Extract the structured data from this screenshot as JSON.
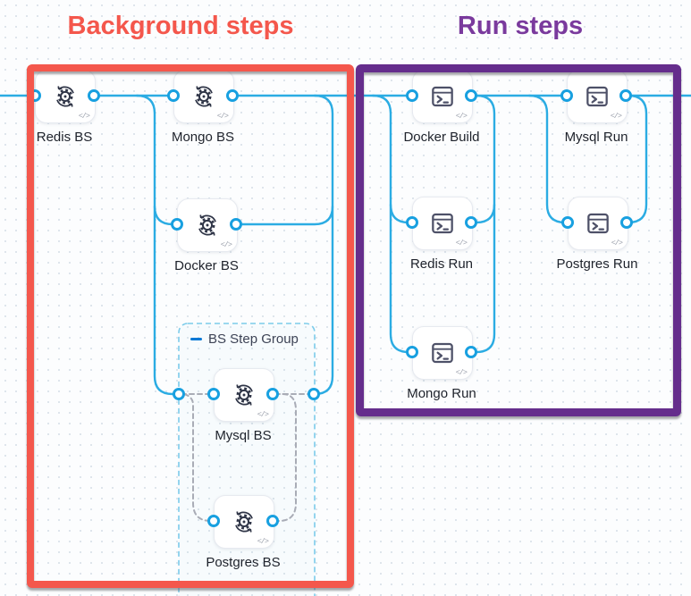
{
  "titles": {
    "background": "Background steps",
    "run": "Run steps"
  },
  "step_group": {
    "label": "BS Step Group"
  },
  "code_badge": "</>",
  "nodes": [
    {
      "label": "Redis BS",
      "type": "background-step"
    },
    {
      "label": "Mongo BS",
      "type": "background-step"
    },
    {
      "label": "Docker BS",
      "type": "background-step"
    },
    {
      "label": "Mysql BS",
      "type": "background-step"
    },
    {
      "label": "Postgres BS",
      "type": "background-step"
    },
    {
      "label": "Docker Build",
      "type": "run-step"
    },
    {
      "label": "Mysql Run",
      "type": "run-step"
    },
    {
      "label": "Redis Run",
      "type": "run-step"
    },
    {
      "label": "Postgres Run",
      "type": "run-step"
    },
    {
      "label": "Mongo Run",
      "type": "run-step"
    }
  ],
  "colors": {
    "background_box": "#F4574C",
    "background_title": "#F4574C",
    "run_box": "#652D8C",
    "run_title": "#7A3A9D",
    "connector_line": "#2BACE3",
    "port_ring": "#18A0E0",
    "group_dashed_border": "#7BCBEA",
    "group_collapse_dash": "#0278D5",
    "disabled_connector": "#A9ACB6"
  }
}
